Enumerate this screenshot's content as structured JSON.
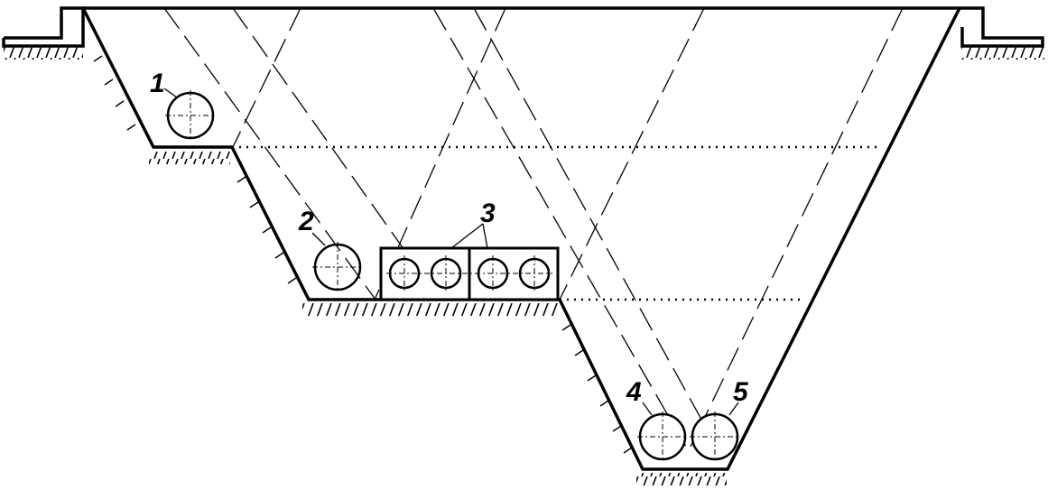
{
  "labels": {
    "pipe1": "1",
    "pipe2": "2",
    "ducts3": "3",
    "pipe4": "4",
    "pipe5": "5"
  },
  "colors": {
    "stroke": "#000000",
    "background": "#ffffff"
  }
}
